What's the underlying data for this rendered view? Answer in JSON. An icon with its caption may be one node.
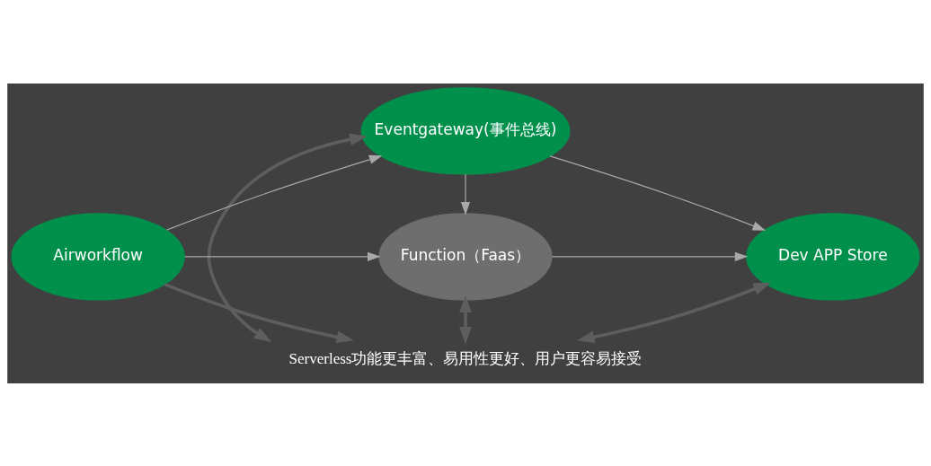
{
  "diagram": {
    "nodes": [
      {
        "text": [
          "Eventgateway(事件总线)"
        ]
      },
      {
        "text": [
          "Airworkflow"
        ]
      },
      {
        "text": [
          "Serverless功能更丰富、易用性更好、用户更容易接受"
        ]
      },
      {
        "text": [
          "Dev APP Store"
        ]
      },
      {
        "text": [
          "Function（Faas）"
        ]
      }
    ],
    "edges": [
      {
        "from": 1,
        "to": 0,
        "arrow": "to"
      },
      {
        "from": 0,
        "to": 3,
        "arrow": "to"
      },
      {
        "from": 0,
        "to": 4,
        "arrow": "to"
      },
      {
        "from": 0,
        "to": 2,
        "arrow": "both",
        "style": "thick",
        "color": "#5e5e5e"
      },
      {
        "from": 1,
        "to": 2,
        "arrow": "to",
        "style": "thick",
        "color": "#5e5e5e"
      },
      {
        "from": 3,
        "to": 2,
        "arrow": "both",
        "style": "thick",
        "color": "#5e5e5e"
      },
      {
        "from": 4,
        "to": 2,
        "arrow": "both",
        "style": "thick",
        "color": "#5e5e5e"
      },
      {
        "from": 1,
        "to": 4,
        "arrow": "to"
      },
      {
        "from": 4,
        "to": 3,
        "arrow": "to"
      }
    ]
  }
}
